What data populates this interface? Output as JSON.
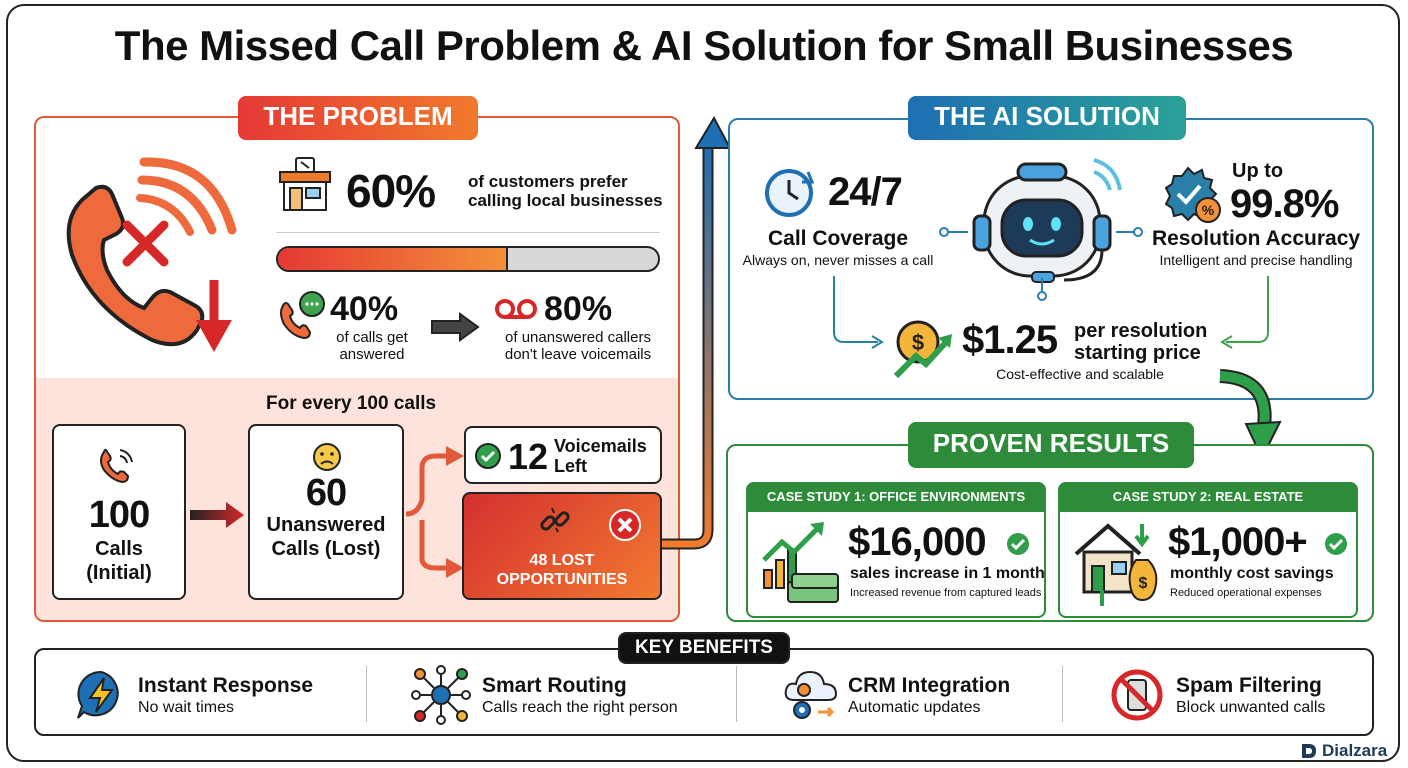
{
  "title": "The Missed Call Problem & AI Solution for Small Businesses",
  "colors": {
    "problem": "#e53935",
    "solution": "#1e6fb3",
    "results": "#2e8b3a",
    "orange": "#f0782a"
  },
  "problem": {
    "header": "THE PROBLEM",
    "stat_prefer": {
      "value": "60%",
      "label_line1": "of customers prefer",
      "label_line2": "calling local businesses"
    },
    "progress_fraction": 0.6,
    "stat_answered": {
      "value": "40%",
      "label_line1": "of calls get",
      "label_line2": "answered"
    },
    "stat_voicemail": {
      "value": "80%",
      "label_line1": "of unanswered callers",
      "label_line2": "don't leave voicemails"
    },
    "flow_title": "For every 100 calls",
    "flow": {
      "initial": {
        "value": "100",
        "label_line1": "Calls",
        "label_line2": "(Initial)"
      },
      "unanswered": {
        "value": "60",
        "label_line1": "Unanswered",
        "label_line2": "Calls (Lost)"
      },
      "voicemails": {
        "value": "12",
        "label_line1": "Voicemails",
        "label_line2": "Left"
      },
      "lost": {
        "label_line1": "48 LOST",
        "label_line2": "OPPORTUNITIES"
      }
    }
  },
  "solution": {
    "header": "THE AI SOLUTION",
    "coverage": {
      "value": "24/7",
      "title": "Call Coverage",
      "desc": "Always on, never misses a call"
    },
    "accuracy": {
      "prefix": "Up to",
      "value": "99.8%",
      "title": "Resolution Accuracy",
      "desc": "Intelligent and precise handling"
    },
    "price": {
      "value": "$1.25",
      "label_line1": "per resolution",
      "label_line2": "starting price",
      "desc": "Cost-effective and scalable"
    }
  },
  "results": {
    "header": "PROVEN RESULTS",
    "case1": {
      "tag": "CASE STUDY 1: OFFICE ENVIRONMENTS",
      "value": "$16,000",
      "label": "sales increase in 1 month",
      "desc": "Increased revenue from captured leads"
    },
    "case2": {
      "tag": "CASE STUDY 2: REAL ESTATE",
      "value": "$1,000+",
      "label": "monthly cost savings",
      "desc": "Reduced operational expenses"
    }
  },
  "benefits": {
    "header": "KEY BENEFITS",
    "items": [
      {
        "title": "Instant Response",
        "desc": "No wait times",
        "icon": "lightning-icon"
      },
      {
        "title": "Smart Routing",
        "desc": "Calls reach the right person",
        "icon": "routing-icon"
      },
      {
        "title": "CRM Integration",
        "desc": "Automatic updates",
        "icon": "cloud-gear-icon"
      },
      {
        "title": "Spam Filtering",
        "desc": "Block unwanted calls",
        "icon": "no-phone-icon"
      }
    ]
  },
  "brand": "Dialzara"
}
